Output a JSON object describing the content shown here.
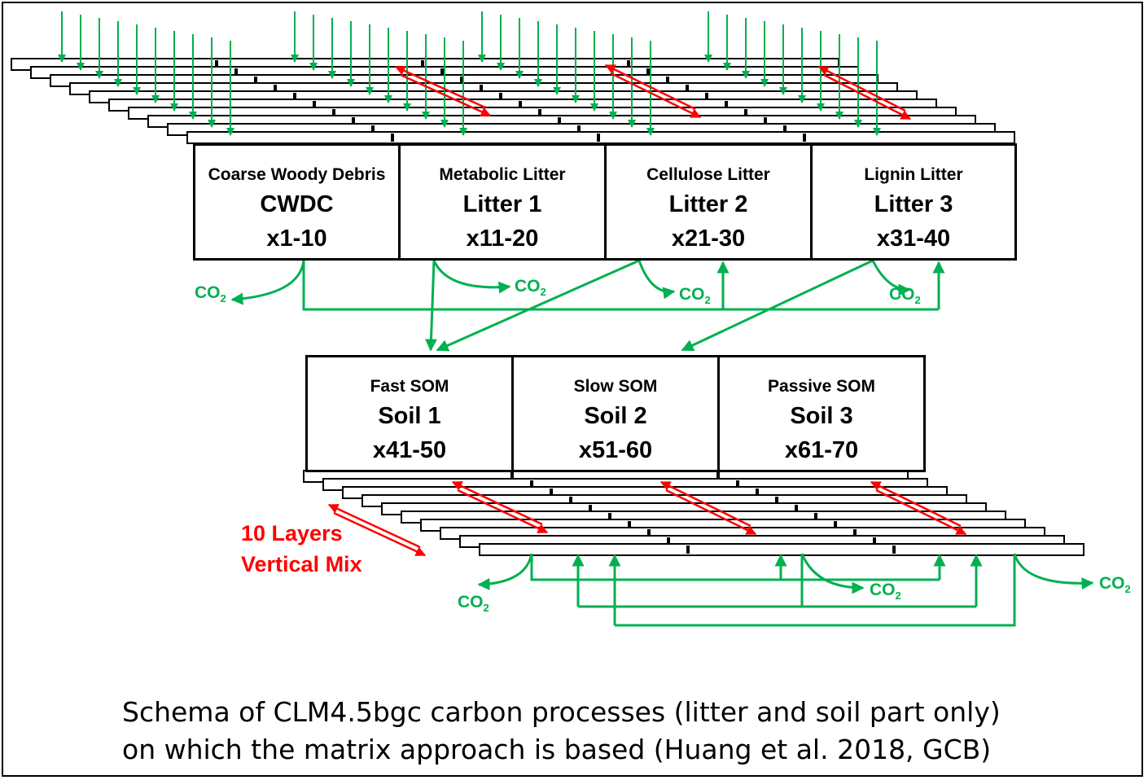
{
  "litter_pools": [
    {
      "subtitle": "Coarse Woody Debris",
      "name": "CWDC",
      "index": "x1-10"
    },
    {
      "subtitle": "Metabolic Litter",
      "name": "Litter 1",
      "index": "x11-20"
    },
    {
      "subtitle": "Cellulose Litter",
      "name": "Litter 2",
      "index": "x21-30"
    },
    {
      "subtitle": "Lignin Litter",
      "name": "Litter 3",
      "index": "x31-40"
    }
  ],
  "soil_pools": [
    {
      "subtitle": "Fast SOM",
      "name": "Soil 1",
      "index": "x41-50"
    },
    {
      "subtitle": "Slow SOM",
      "name": "Soil 2",
      "index": "x51-60"
    },
    {
      "subtitle": "Passive SOM",
      "name": "Soil 3",
      "index": "x61-70"
    }
  ],
  "co2_label": {
    "base": "CO",
    "subscript": "2"
  },
  "vertical_mix": {
    "line1": "10 Layers",
    "line2": "Vertical Mix"
  },
  "caption": {
    "line1": "Schema of CLM4.5bgc carbon processes (litter and soil part only)",
    "line2": "on which the matrix approach is based (Huang et al. 2018, GCB)"
  },
  "colors": {
    "flux_green": "#00b050",
    "mix_red": "#ff0000",
    "outline": "#000000"
  }
}
